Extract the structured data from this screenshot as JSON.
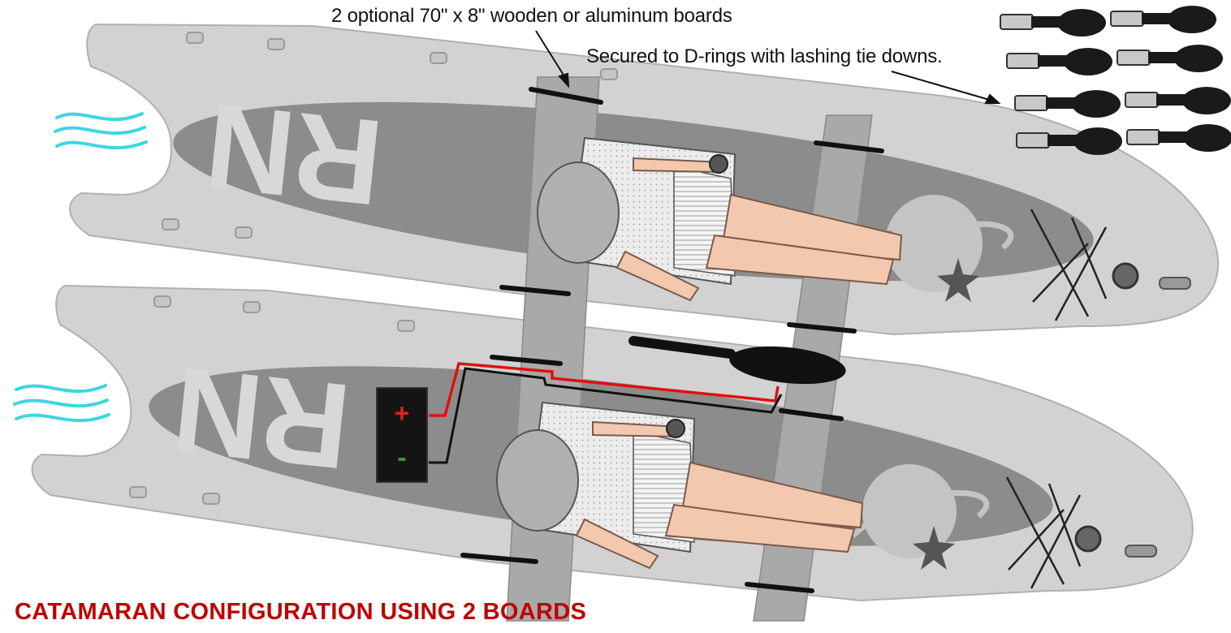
{
  "labels": {
    "boards_note": "2 optional 70\" x 8\" wooden or aluminum boards",
    "lashing_note": "Secured to D-rings with lashing tie downs.",
    "title": "CATAMARAN CONFIGURATION USING 2 BOARDS"
  },
  "board_logo": "RN",
  "battery": {
    "plus": "+",
    "minus": "-"
  },
  "colors": {
    "board_fill": "#d2d2d2",
    "deck_pad": "#8c8c8c",
    "logo": "#d8d8d8",
    "crossbar": "#a9a9a9",
    "strap": "#111111",
    "water_lines": "#3ed6e0",
    "positive_wire": "#e01010",
    "title": "#c00000",
    "battery_plus": "#e02020",
    "battery_minus": "#2a9a3a"
  },
  "icons": [
    "water-wake-icon",
    "lashing-strap-icon",
    "paddle-icon",
    "battery-icon",
    "deck-star-icon",
    "planet-ring-icon",
    "d-ring-icon"
  ]
}
